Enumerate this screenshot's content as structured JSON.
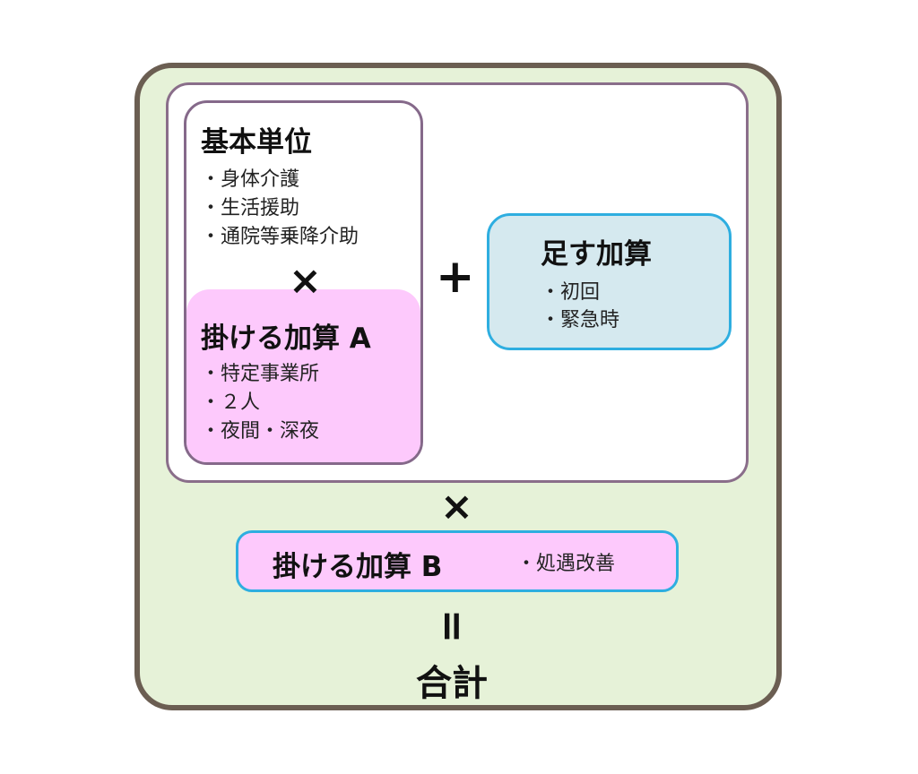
{
  "basic": {
    "title": "基本単位",
    "items": [
      "・身体介護",
      "・生活援助",
      "・通院等乗降介助"
    ]
  },
  "multiply_a": {
    "title": "掛ける加算 A",
    "items": [
      "・特定事業所",
      "・２人",
      "・夜間・深夜"
    ]
  },
  "add": {
    "title": "足す加算",
    "items": [
      "・初回",
      "・緊急時"
    ]
  },
  "multiply_b": {
    "title": "掛ける加算 B",
    "items": [
      "・処遇改善"
    ]
  },
  "total": {
    "title": "合計"
  },
  "operators": {
    "times": "×",
    "plus": "+",
    "equals": "="
  },
  "colors": {
    "outer_bg": "#e6f2d8",
    "outer_border": "#6b5e52",
    "pink": "#fdc9fc",
    "blue_border": "#2eaee0",
    "blue_bg": "#d5e9ef",
    "purple_border": "#85698a"
  }
}
